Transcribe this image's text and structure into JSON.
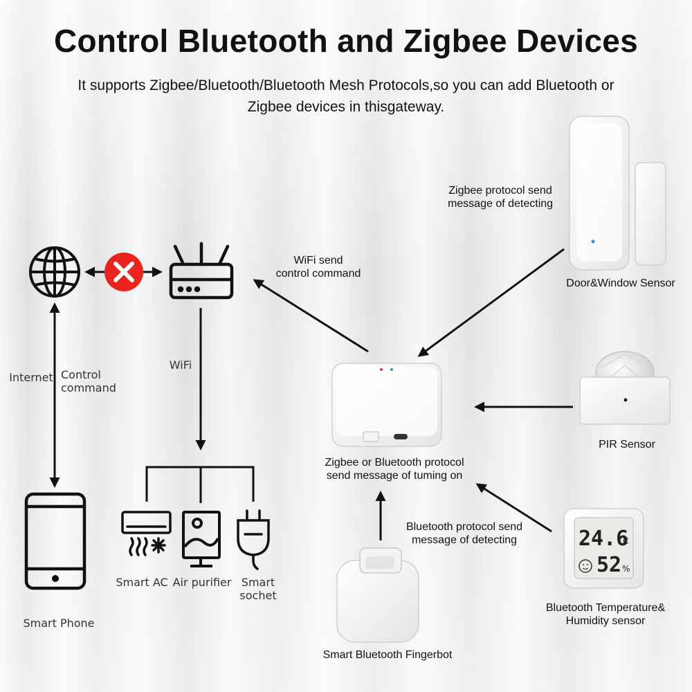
{
  "title": "Control Bluetooth and Zigbee Devices",
  "subtitle": "It supports Zigbee/Bluetooth/Bluetooth Mesh Protocols,so you can add Bluetooth or Zigbee devices in thisgateway.",
  "icons": [
    "globe-icon",
    "cross-icon",
    "router-icon",
    "smartphone-icon",
    "air-conditioner-icon",
    "air-purifier-icon",
    "plug-icon"
  ],
  "labels": {
    "internet": "Internet",
    "control_command": "Control\ncommand",
    "wifi": "WiFi",
    "wifi_send": "WiFi send\ncontrol command",
    "zigbee_send": "Zigbee protocol send\nmessage of detecting",
    "gateway_msg": "Zigbee or Bluetooth protocol\nsend message of tuming on",
    "bt_send": "Bluetooth protocol send\nmessage of detecting"
  },
  "devices": {
    "smart_phone": "Smart Phone",
    "smart_ac": "Smart AC",
    "air_purifier": "Air purifier",
    "smart_socket": "Smart\nsochet",
    "door_window_sensor": "Door&Window Sensor",
    "pir_sensor": "PIR Sensor",
    "temp_humidity": "Bluetooth Temperature&\nHumidity sensor",
    "fingerbot": "Smart Bluetooth Fingerbot"
  },
  "thermometer": {
    "temperature": "24.6",
    "temp_unit": "C",
    "humidity": "52",
    "humidity_unit": "%"
  },
  "colors": {
    "cross": "#e8241c",
    "ink": "#111111"
  }
}
